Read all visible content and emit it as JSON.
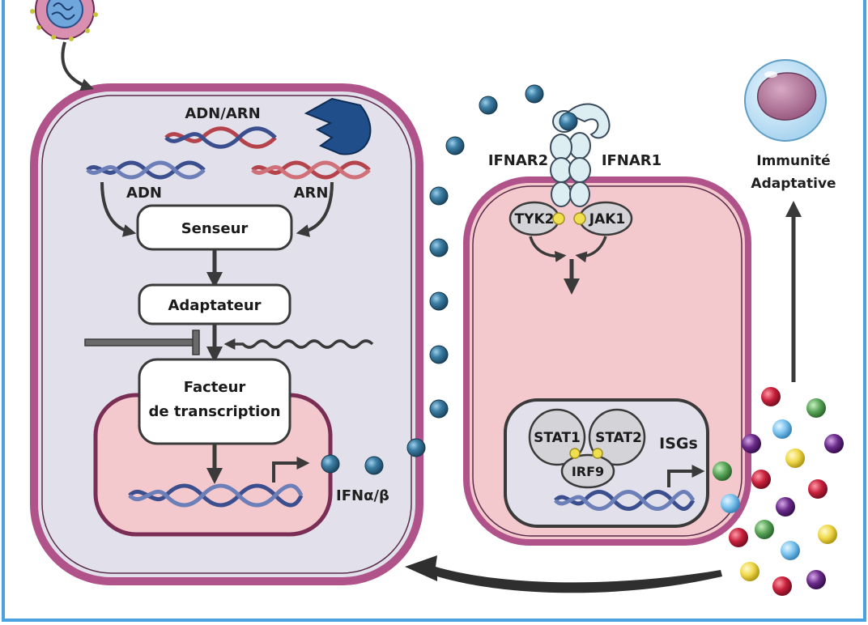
{
  "labels": {
    "adn_arn": "ADN/ARN",
    "adn": "ADN",
    "arn": "ARN",
    "senseur": "Senseur",
    "adaptateur": "Adaptateur",
    "facteur_line1": "Facteur",
    "facteur_line2": "de transcription",
    "ifn": "IFNα/β",
    "ifnar2": "IFNAR2",
    "ifnar1": "IFNAR1",
    "tyk2": "TYK2",
    "jak1": "JAK1",
    "stat1": "STAT1",
    "stat2": "STAT2",
    "irf9": "IRF9",
    "isgs": "ISGs",
    "immunite_line1": "Immunité",
    "immunite_line2": "Adaptative"
  },
  "colors": {
    "frame": "#4aa3e0",
    "cell_membrane": "#b0538a",
    "cell_fill": "#e2e0ea",
    "nucleus_fill": "#f4c9cd",
    "ifn_bead": "#2f6f93",
    "arrow": "#3a3a3a"
  }
}
